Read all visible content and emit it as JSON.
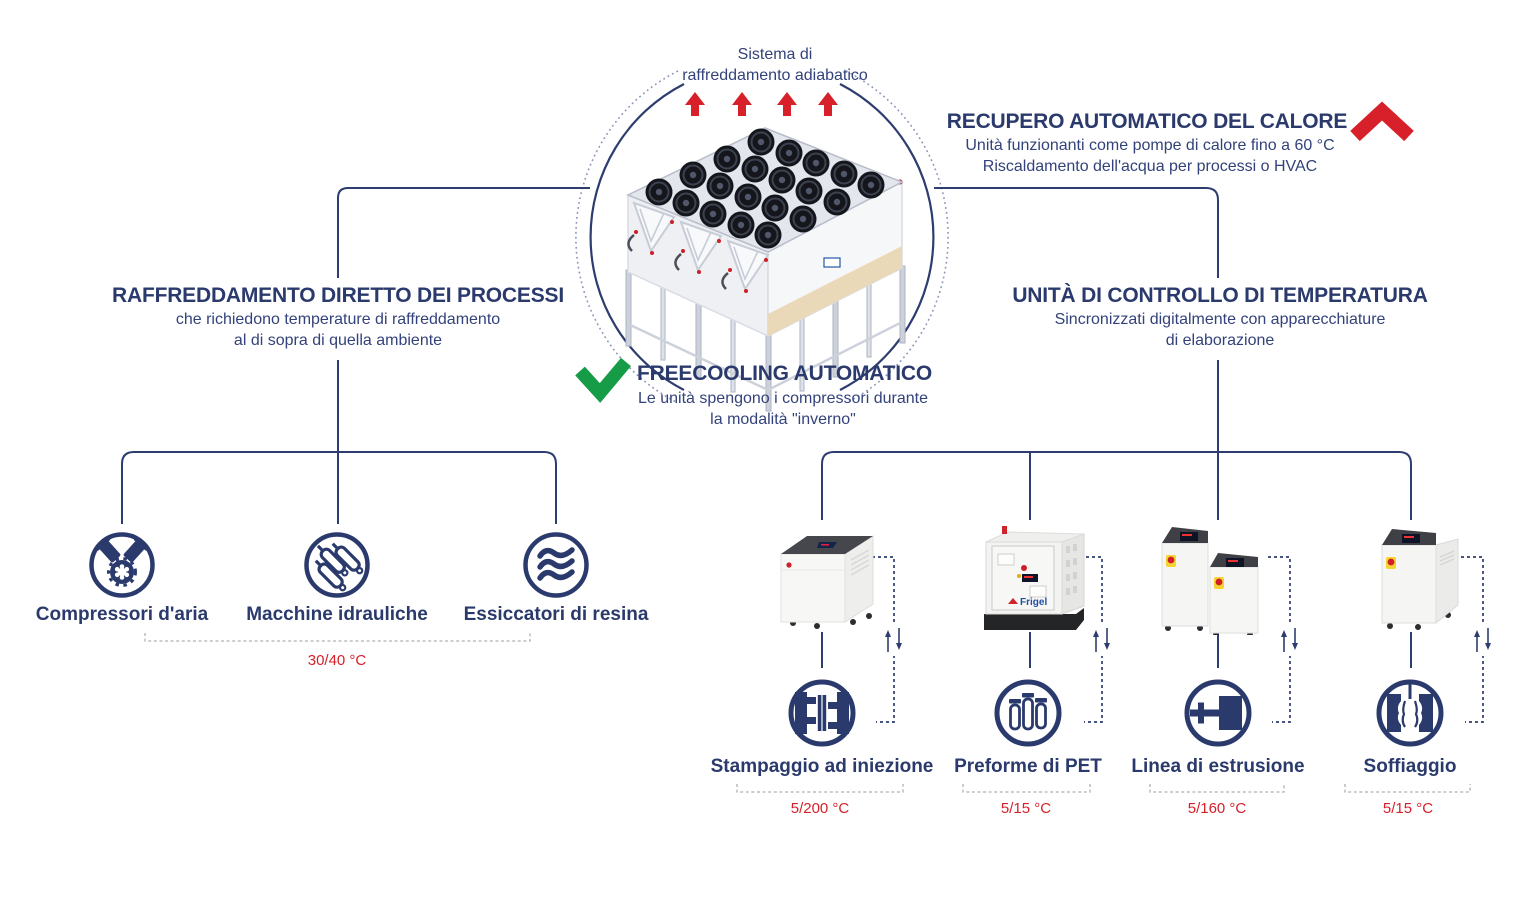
{
  "colors": {
    "navy": "#2e3d70",
    "red": "#d7202a",
    "green": "#169c46",
    "bracket_gray": "#b1b1b1"
  },
  "adiabatic_system": {
    "caption_line1": "Sistema di",
    "caption_line2": "raffreddamento adiabatico",
    "image": "adiabatic-cooler",
    "airflow_icon": "red-up-arrows"
  },
  "heat_recovery": {
    "icon": "chevron-up-red",
    "title": "RECUPERO AUTOMATICO DEL CALORE",
    "line1": "Unità funzionanti come pompe di calore fino a 60 °C",
    "line2": "Riscaldamento dell'acqua per processi o HVAC"
  },
  "freecooling": {
    "icon": "check-green",
    "title": "FREECOOLING AUTOMATICO",
    "line1": "Le unità spengono i compressori durante",
    "line2": "la modalità \"inverno\""
  },
  "direct_cooling": {
    "title": "RAFFREDDAMENTO DIRETTO DEI PROCESSI",
    "line1": "che richiedono temperature di raffreddamento",
    "line2": "al di sopra di quella ambiente",
    "temperature_range": "30/40 °C",
    "items": [
      {
        "icon": "air-compressor-icon",
        "label": "Compressori d'aria"
      },
      {
        "icon": "hydraulic-machine-icon",
        "label": "Macchine idrauliche"
      },
      {
        "icon": "resin-dryer-icon",
        "label": "Essiccatori di resina"
      }
    ]
  },
  "temperature_control": {
    "title": "UNITÀ DI CONTROLLO DI TEMPERATURA",
    "line1": "Sincronizzati digitalmente con apparecchiature",
    "line2": "di elaborazione",
    "machine_brand": "Frigel",
    "items": [
      {
        "icon": "injection-molding-icon",
        "label": "Stampaggio ad iniezione",
        "temperature_range": "5/200 °C"
      },
      {
        "icon": "pet-preform-icon",
        "label": "Preforme di PET",
        "temperature_range": "5/15 °C"
      },
      {
        "icon": "extrusion-line-icon",
        "label": "Linea di estrusione",
        "temperature_range": "5/160 °C"
      },
      {
        "icon": "blow-molding-icon",
        "label": "Soffiaggio",
        "temperature_range": "5/15 °C"
      }
    ]
  }
}
